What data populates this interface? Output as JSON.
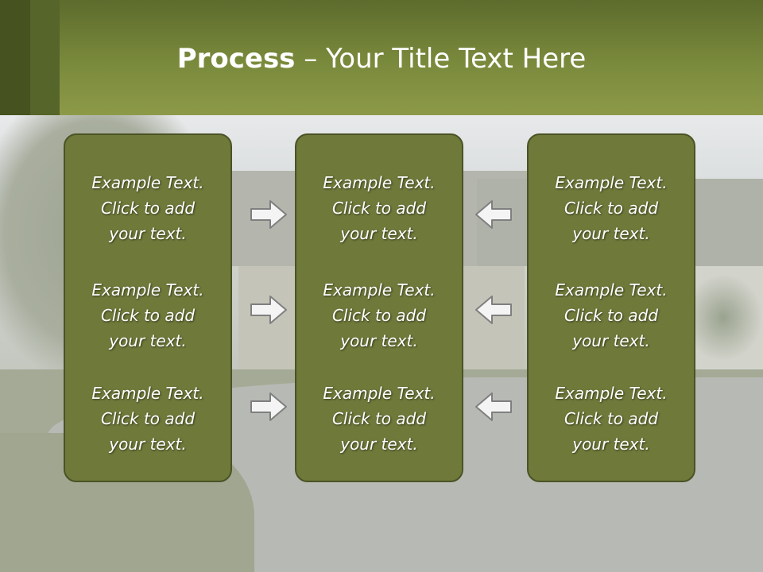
{
  "slide": {
    "title_bold": "Process",
    "title_rest": " – Your Title Text Here",
    "columns": [
      {
        "items": [
          {
            "line1": "Example Text.",
            "line2": "Click  to add",
            "line3": "your text."
          },
          {
            "line1": "Example Text.",
            "line2": "Click  to add",
            "line3": "your text."
          },
          {
            "line1": "Example Text.",
            "line2": "Click  to add",
            "line3": "your text."
          }
        ]
      },
      {
        "items": [
          {
            "line1": "Example Text.",
            "line2": "Click  to add",
            "line3": "your text."
          },
          {
            "line1": "Example Text.",
            "line2": "Click  to add",
            "line3": "your text."
          },
          {
            "line1": "Example Text.",
            "line2": "Click  to add",
            "line3": "your text."
          }
        ]
      },
      {
        "items": [
          {
            "line1": "Example Text.",
            "line2": "Click  to add",
            "line3": "your text."
          },
          {
            "line1": "Example Text.",
            "line2": "Click  to add",
            "line3": "your text."
          },
          {
            "line1": "Example Text.",
            "line2": "Click  to add",
            "line3": "your text."
          }
        ]
      }
    ],
    "arrows": {
      "left_side": [
        "arrow-right-icon",
        "arrow-right-icon",
        "arrow-right-icon"
      ],
      "right_side": [
        "arrow-left-icon",
        "arrow-left-icon",
        "arrow-left-icon"
      ]
    },
    "colors": {
      "header": "#7a8a3c",
      "box_fill": "#6e793a",
      "box_border": "#4a5325",
      "text": "#ffffff"
    }
  }
}
